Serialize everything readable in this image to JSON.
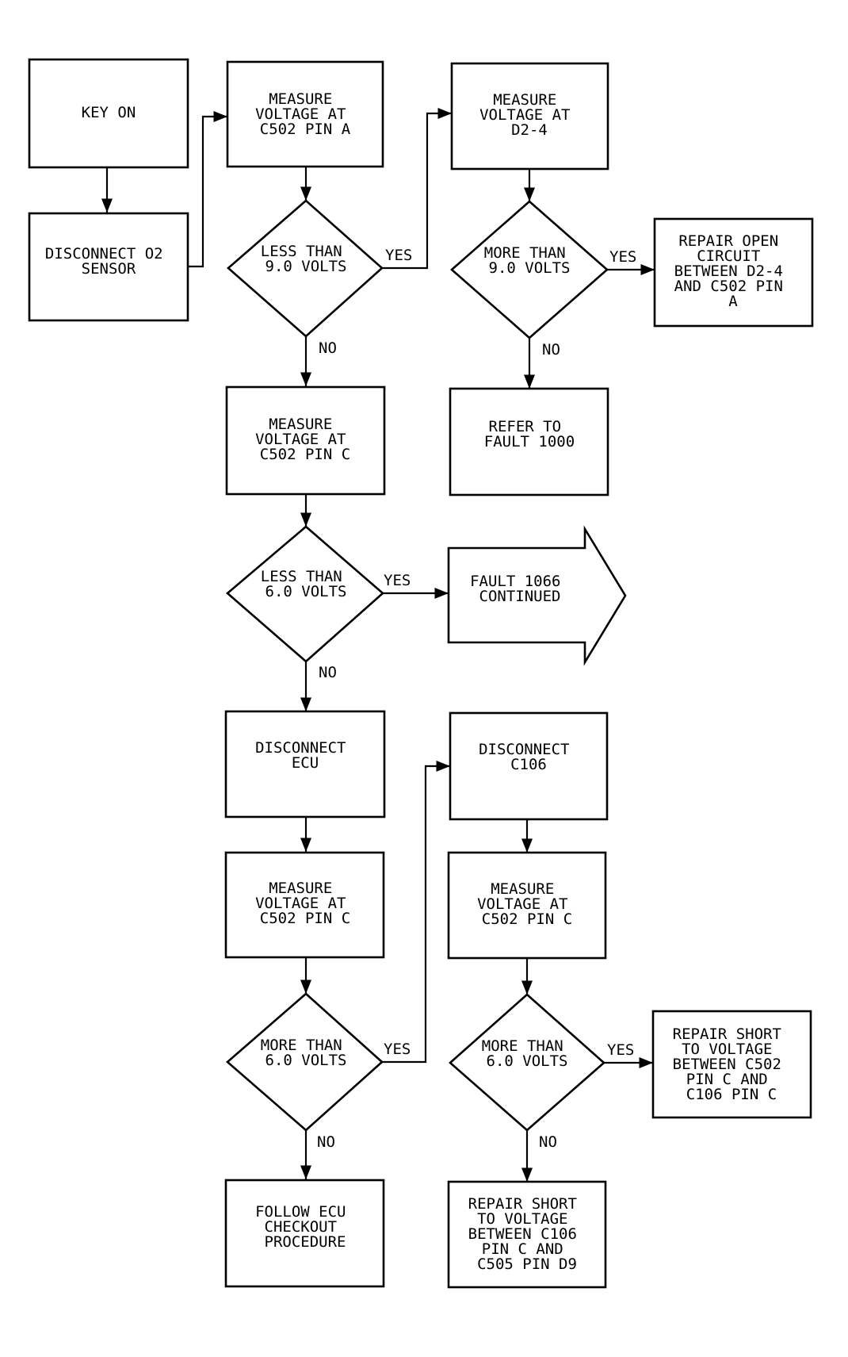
{
  "nodes": {
    "key_on": [
      "KEY ON"
    ],
    "disconnect_o2": [
      "DISCONNECT O2",
      "SENSOR"
    ],
    "measure_c502_a": [
      "MEASURE",
      "VOLTAGE AT",
      "C502 PIN A"
    ],
    "dec_less_9": [
      "LESS THAN",
      "9.0 VOLTS"
    ],
    "measure_d2_4": [
      "MEASURE",
      "VOLTAGE AT",
      "D2-4"
    ],
    "dec_more_9": [
      "MORE THAN",
      "9.0 VOLTS"
    ],
    "repair_open": [
      "REPAIR OPEN",
      "CIRCUIT",
      "BETWEEN D2-4",
      "AND C502 PIN",
      "A"
    ],
    "refer_1000": [
      "REFER TO",
      "FAULT 1000"
    ],
    "measure_c502_c_1": [
      "MEASURE",
      "VOLTAGE AT",
      "C502 PIN C"
    ],
    "dec_less_6": [
      "LESS THAN",
      "6.0 VOLTS"
    ],
    "fault_1066": [
      "FAULT 1066",
      "CONTINUED"
    ],
    "disconnect_ecu": [
      "DISCONNECT",
      "ECU"
    ],
    "measure_c502_c_2": [
      "MEASURE",
      "VOLTAGE AT",
      "C502 PIN C"
    ],
    "dec_more_6_a": [
      "MORE THAN",
      "6.0 VOLTS"
    ],
    "follow_ecu": [
      "FOLLOW ECU",
      "CHECKOUT",
      "PROCEDURE"
    ],
    "disconnect_c106": [
      "DISCONNECT",
      "C106"
    ],
    "measure_c502_c_3": [
      "MEASURE",
      "VOLTAGE AT",
      "C502 PIN C"
    ],
    "dec_more_6_b": [
      "MORE THAN",
      "6.0 VOLTS"
    ],
    "repair_short_1": [
      "REPAIR SHORT",
      "TO VOLTAGE",
      "BETWEEN C502",
      "PIN C AND",
      "C106 PIN C"
    ],
    "repair_short_2": [
      "REPAIR SHORT",
      "TO VOLTAGE",
      "BETWEEN C106",
      "PIN C AND",
      "C505 PIN D9"
    ]
  },
  "edge_labels": {
    "yes": "YES",
    "no": "NO"
  }
}
